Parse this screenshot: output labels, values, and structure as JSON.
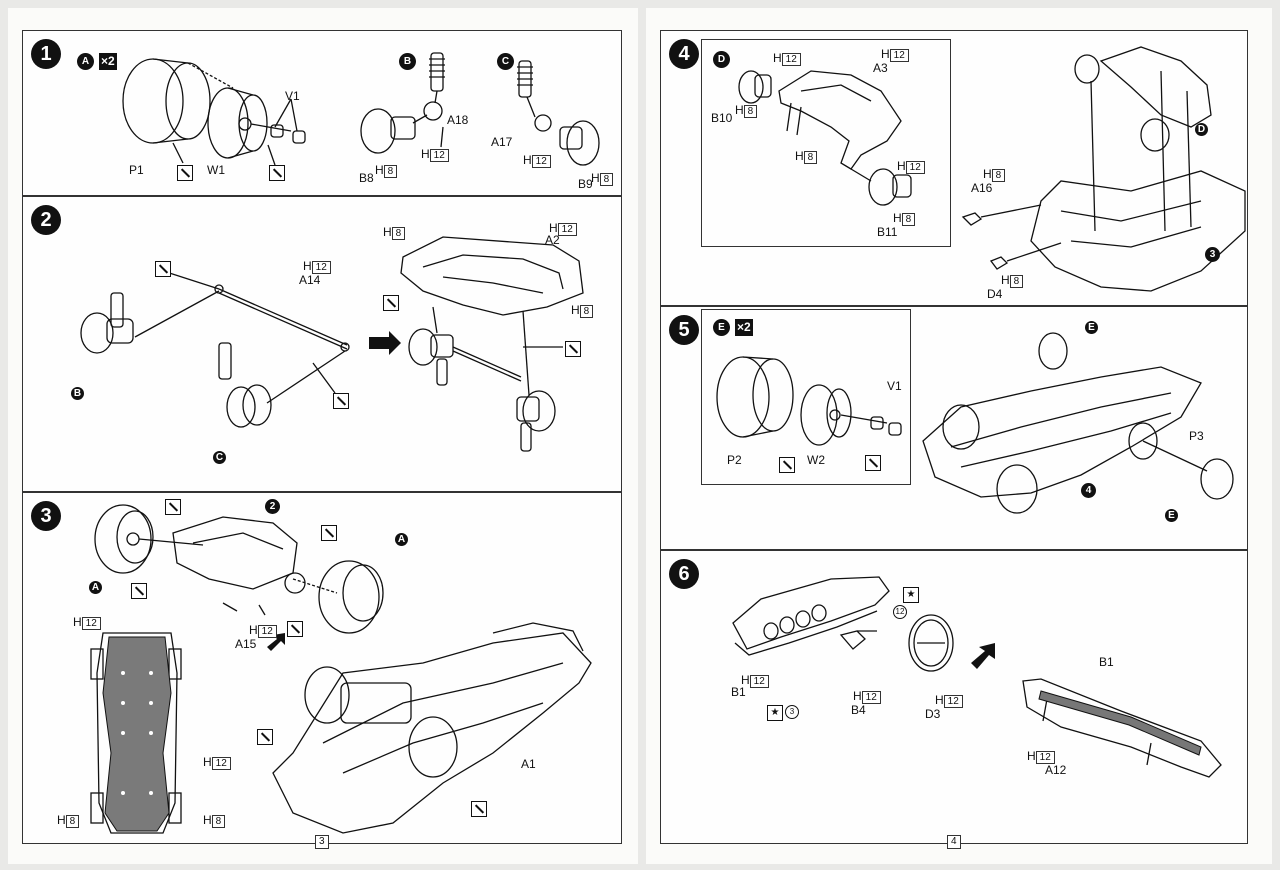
{
  "pages": {
    "left_number": "3",
    "right_number": "4"
  },
  "steps": {
    "s1": {
      "number": "1",
      "tag_a": "A",
      "mult": "×2",
      "tag_b": "B",
      "tag_c": "C",
      "labels": {
        "p1": "P1",
        "w1": "W1",
        "v1": "V1",
        "a18": "A18",
        "b8": "B8",
        "a17": "A17",
        "b9": "B9"
      },
      "pieces": {
        "h12a": "H",
        "h12a_n": "12",
        "h8a": "H",
        "h8a_n": "8",
        "h12b": "H",
        "h12b_n": "12",
        "h8b": "H",
        "h8b_n": "8"
      }
    },
    "s2": {
      "number": "2",
      "tag_b": "B",
      "tag_c": "C",
      "labels": {
        "a14": "A14",
        "a2": "A2"
      },
      "pieces": {
        "h12a": "H",
        "h12a_n": "12",
        "h8a": "H",
        "h8a_n": "8",
        "h12b": "H",
        "h12b_n": "12",
        "h8b": "H",
        "h8b_n": "8"
      }
    },
    "s3": {
      "number": "3",
      "tag_a1": "A",
      "tag_a2": "A",
      "ref_step": "2",
      "labels": {
        "a15": "A15",
        "a1": "A1"
      },
      "pieces": {
        "h12a": "H",
        "h12a_n": "12",
        "h12b": "H",
        "h12b_n": "12",
        "h12c": "H",
        "h12c_n": "12",
        "h8a": "H",
        "h8a_n": "8",
        "h8b": "H",
        "h8b_n": "8"
      }
    },
    "s4": {
      "number": "4",
      "tag_d": "D",
      "tag_d2": "D",
      "ref_step": "3",
      "labels": {
        "a3": "A3",
        "b10": "B10",
        "b11": "B11",
        "a16": "A16",
        "d4": "D4"
      },
      "pieces": {
        "h12a": "H",
        "h12a_n": "12",
        "h12b": "H",
        "h12b_n": "12",
        "h12c": "H",
        "h12c_n": "12",
        "h8a": "H",
        "h8a_n": "8",
        "h8b": "H",
        "h8b_n": "8",
        "h8c": "H",
        "h8c_n": "8",
        "h8d": "H",
        "h8d_n": "8",
        "h8e": "H",
        "h8e_n": "8"
      }
    },
    "s5": {
      "number": "5",
      "tag_e": "E",
      "mult": "×2",
      "tag_e2": "E",
      "tag_e3": "E",
      "ref_step": "4",
      "labels": {
        "p2": "P2",
        "w2": "W2",
        "v1": "V1",
        "p3": "P3"
      }
    },
    "s6": {
      "number": "6",
      "labels": {
        "b1a": "B1",
        "b4": "B4",
        "d3": "D3",
        "b1b": "B1",
        "a12": "A12"
      },
      "pieces": {
        "h12a": "H",
        "h12a_n": "12",
        "h12b": "H",
        "h12b_n": "12",
        "h12c": "H",
        "h12c_n": "12",
        "h12d": "H",
        "h12d_n": "12"
      },
      "paint": {
        "star": "★",
        "code12": "12",
        "code3": "3"
      }
    }
  }
}
